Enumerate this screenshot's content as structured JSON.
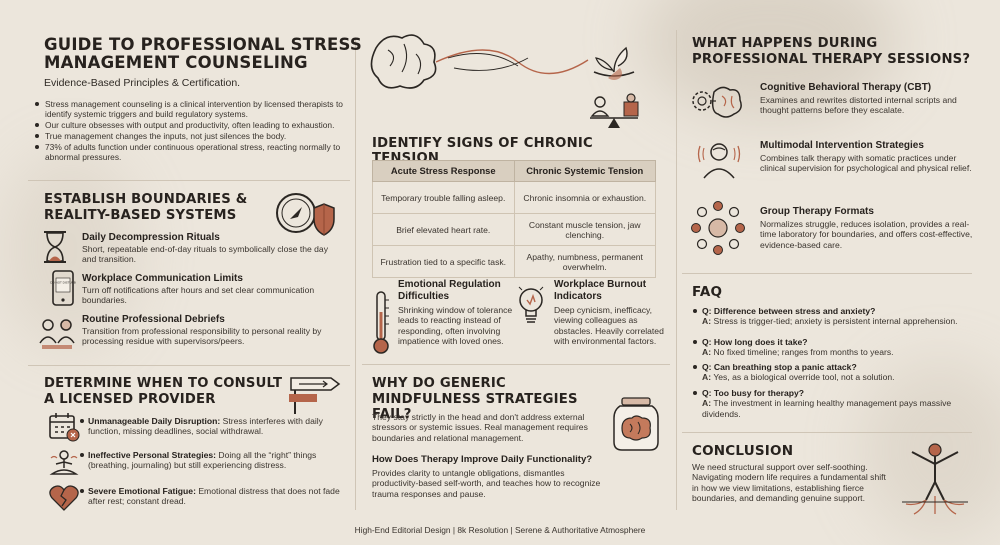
{
  "title": "GUIDE TO PROFESSIONAL STRESS MANAGEMENT COUNSELING",
  "subtitle": "Evidence-Based Principles & Certification.",
  "intro_bullets": [
    "Stress management counseling is a clinical intervention by licensed therapists to identify systemic triggers and build regulatory systems.",
    "Our culture obsesses with output and productivity, often leading to exhaustion.",
    "True management changes the inputs, not just silences the body.",
    "73% of adults function under continuous operational stress, reacting normally to abnormal pressures."
  ],
  "boundaries": {
    "heading": "ESTABLISH BOUNDARIES & REALITY-BASED SYSTEMS",
    "items": [
      {
        "title": "Daily Decompression Rituals",
        "text": "Short, repeatable end-of-day rituals to symbolically close the day and transition."
      },
      {
        "title": "Workplace Communication Limits",
        "text": "Turn off notifications after hours and set clear communication boundaries."
      },
      {
        "title": "Routine Professional Debriefs",
        "text": "Transition from professional responsibility to personal reality by processing residue with supervisors/peers."
      }
    ],
    "phone_text": "DO NOT DISTURB"
  },
  "consult": {
    "heading": "DETERMINE WHEN TO CONSULT A LICENSED PROVIDER",
    "items": [
      {
        "title": "Unmanageable Daily Disruption:",
        "text": "Stress interferes with daily function, missing deadlines, social withdrawal."
      },
      {
        "title": "Ineffective Personal Strategies:",
        "text": "Doing all the “right” things (breathing, journaling) but still experiencing distress."
      },
      {
        "title": "Severe Emotional Fatigue:",
        "text": "Emotional distress that does not fade after rest; constant dread."
      }
    ]
  },
  "signs": {
    "heading": "IDENTIFY SIGNS OF CHRONIC TENSION",
    "col1": "Acute Stress Response",
    "col2": "Chronic Systemic Tension",
    "rows": [
      [
        "Temporary trouble falling asleep.",
        "Chronic insomnia or exhaustion."
      ],
      [
        "Brief elevated heart rate.",
        "Constant muscle tension, jaw clenching."
      ],
      [
        "Frustration tied to a specific task.",
        "Apathy, numbness, permanent overwhelm."
      ]
    ],
    "emotional_title": "Emotional Regulation Difficulties",
    "emotional_text": "Shrinking window of tolerance leads to reacting instead of responding, often involving impatience with loved ones.",
    "burnout_title": "Workplace Burnout Indicators",
    "burnout_text": "Deep cynicism, inefficacy, viewing colleagues as obstacles. Heavily correlated with environmental factors."
  },
  "mindfulness": {
    "heading": "WHY DO GENERIC MINDFULNESS STRATEGIES FAIL?",
    "text": "They stay strictly in the head and don't address external stressors or systemic issues. Real management requires boundaries and relational management.",
    "sub_title": "How Does Therapy Improve Daily Functionality?",
    "sub_text": "Provides clarity to untangle obligations, dismantles productivity-based self-worth, and teaches how to recognize trauma responses and pause."
  },
  "sessions": {
    "heading": "WHAT HAPPENS DURING PROFESSIONAL THERAPY SESSIONS?",
    "items": [
      {
        "title": "Cognitive Behavioral Therapy (CBT)",
        "text": "Examines and rewrites distorted internal scripts and thought patterns before they escalate."
      },
      {
        "title": "Multimodal Intervention Strategies",
        "text": "Combines talk therapy with somatic practices under clinical supervision for psychological and physical relief."
      },
      {
        "title": "Group Therapy Formats",
        "text": "Normalizes struggle, reduces isolation, provides a real-time laboratory for boundaries, and offers cost-effective, evidence-based care."
      }
    ]
  },
  "faq": {
    "heading": "FAQ",
    "items": [
      {
        "q": "Q: Difference between stress and anxiety?",
        "a_label": "A:",
        "a": "Stress is trigger-tied; anxiety is persistent internal apprehension."
      },
      {
        "q": "Q: How long does it take?",
        "a_label": "A:",
        "a": "No fixed timeline; ranges from months to years."
      },
      {
        "q": "Q: Can breathing stop a panic attack?",
        "a_label": "A:",
        "a": "Yes, as a biological override tool, not a solution."
      },
      {
        "q": "Q: Too busy for therapy?",
        "a_label": "A:",
        "a": "The investment in learning healthy management pays massive dividends."
      }
    ]
  },
  "conclusion": {
    "heading": "CONCLUSION",
    "text": "We need structural support over self-soothing. Navigating modern life requires a fundamental shift in how we view limitations, establishing fierce boundaries, and demanding genuine support."
  },
  "footer": "High-End Editorial Design | 8k Resolution | Serene & Authoritative Atmosphere",
  "colors": {
    "background": "#ece6dc",
    "accent": "#b5654a",
    "table_header": "#d9cfc0",
    "ink": "#2b2723"
  }
}
